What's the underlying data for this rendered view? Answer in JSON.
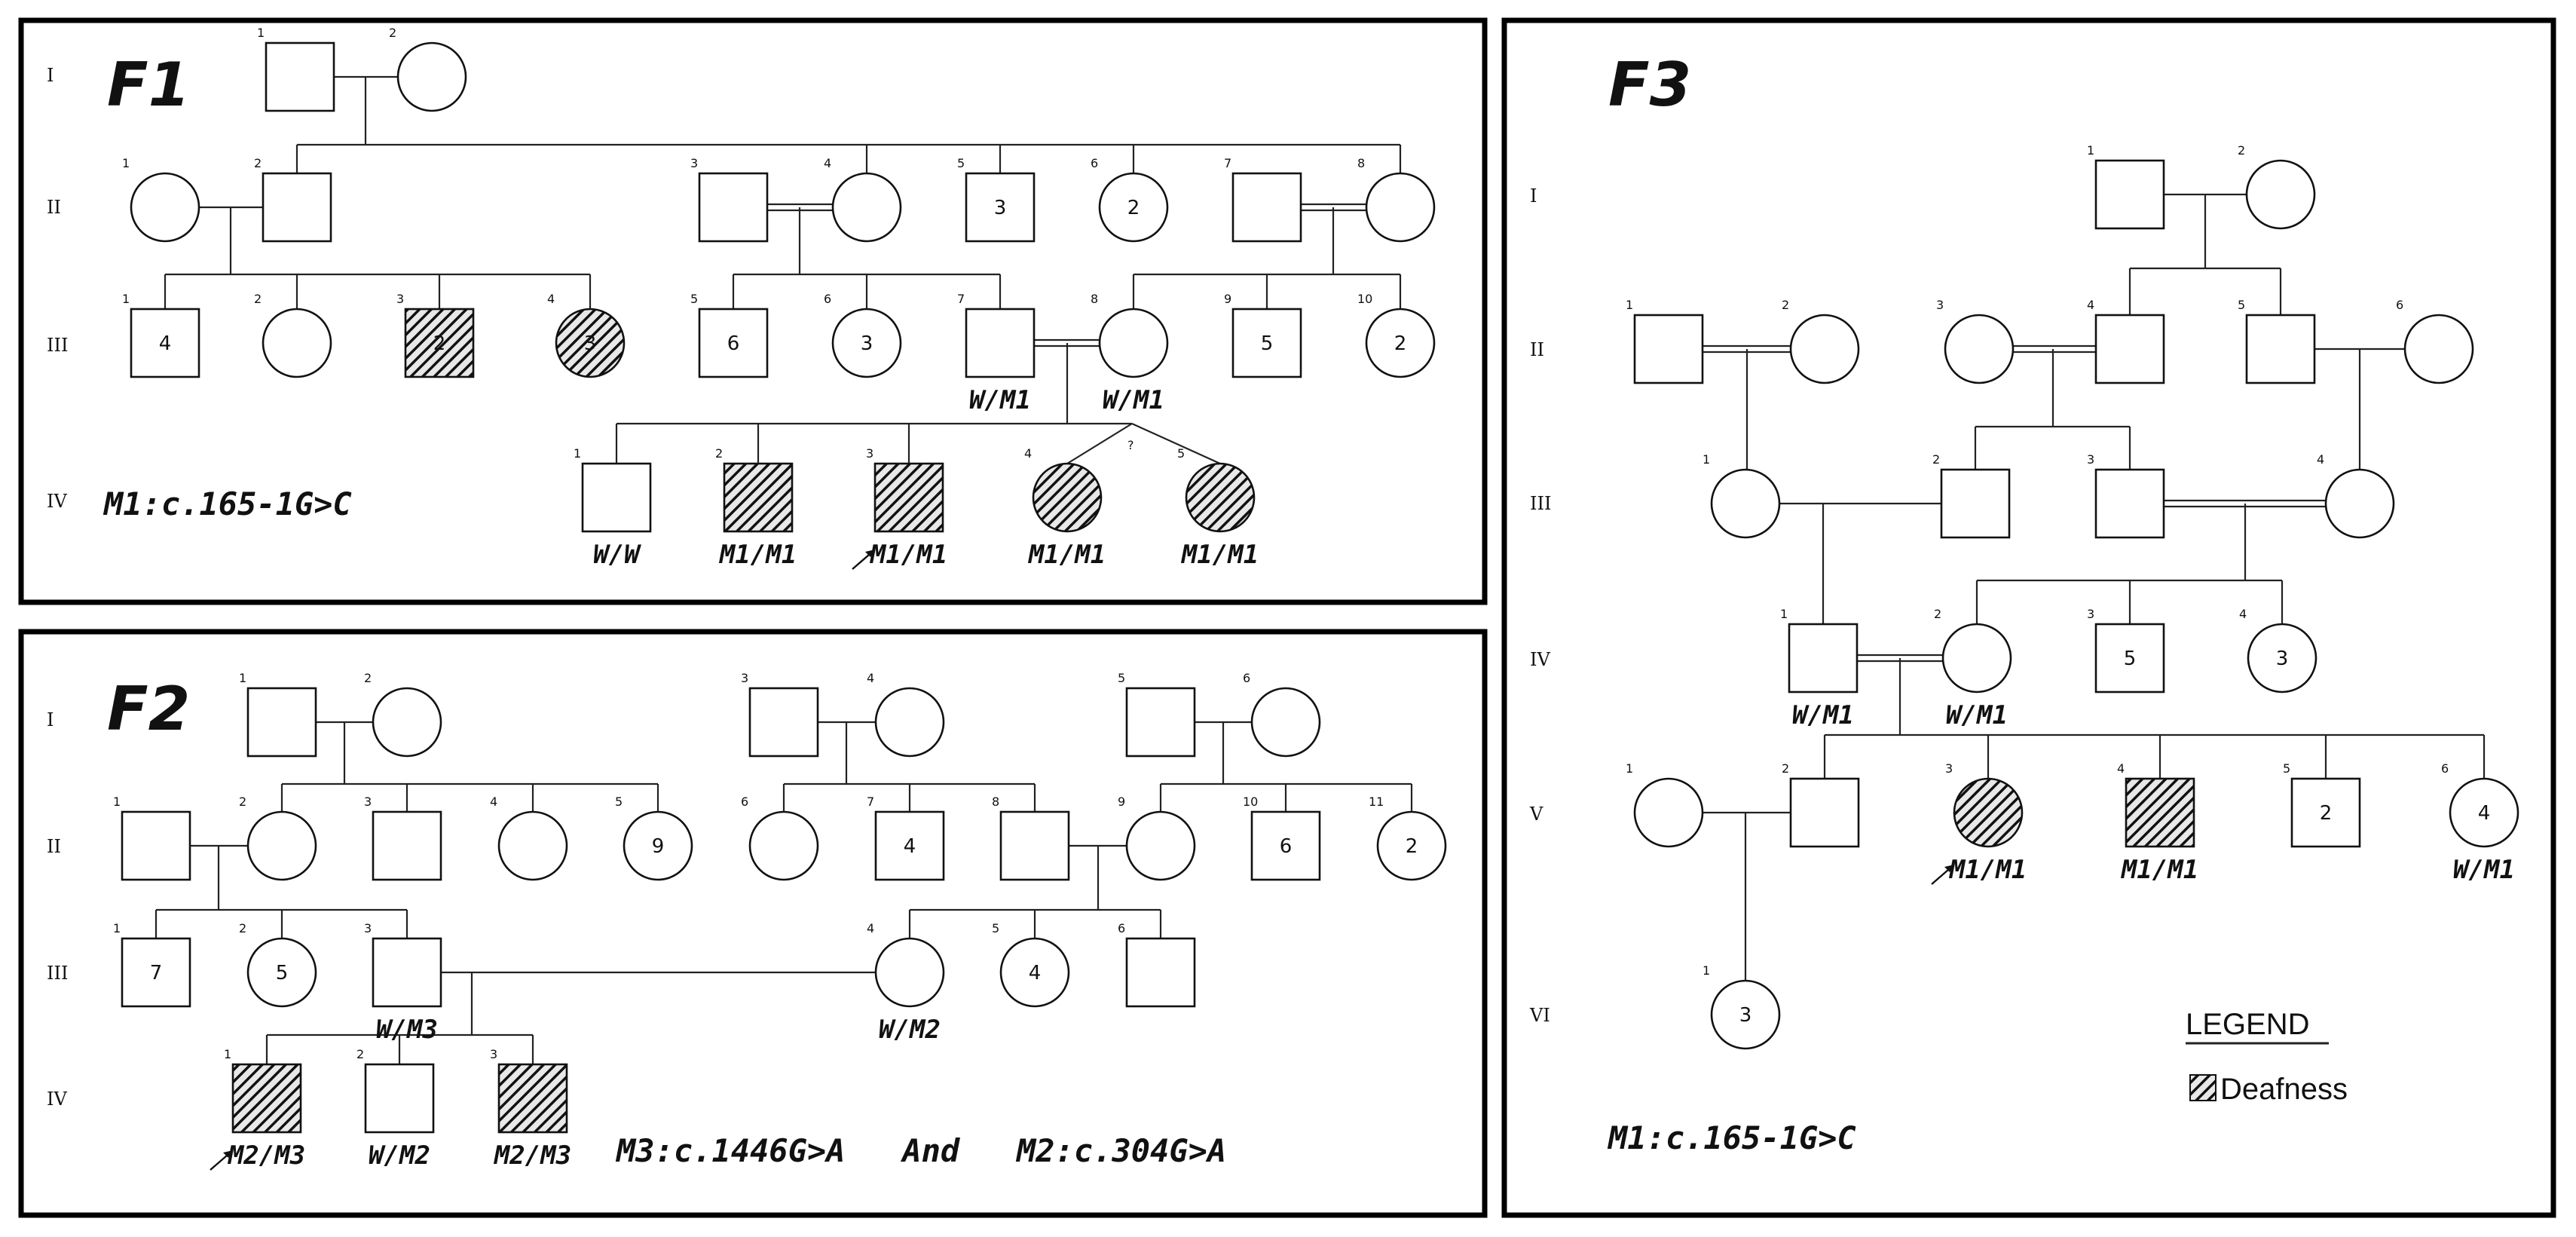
{
  "families": {
    "F1": {
      "label": "F1",
      "generations": [
        "I",
        "II",
        "III",
        "IV"
      ],
      "mutation_note": "M1:c.165-1G>C"
    },
    "F2": {
      "label": "F2",
      "generations": [
        "I",
        "II",
        "III",
        "IV"
      ],
      "mutation_note": "M3:c.1446G>A   And   M2:c.304G>A"
    },
    "F3": {
      "label": "F3",
      "generations": [
        "I",
        "II",
        "III",
        "IV",
        "V",
        "VI"
      ],
      "mutation_note": "M1:c.165-1G>C"
    }
  },
  "legend": {
    "title": "LEGEND",
    "affected_label": "Deafness"
  },
  "twin_mark": "?",
  "individuals": [
    {
      "id": "f1-I-1",
      "fam": "F1",
      "gen": "I",
      "num": "1",
      "sex": "m",
      "aff": false
    },
    {
      "id": "f1-I-2",
      "fam": "F1",
      "gen": "I",
      "num": "2",
      "sex": "f",
      "aff": false
    },
    {
      "id": "f1-II-1",
      "fam": "F1",
      "gen": "II",
      "num": "1",
      "sex": "f",
      "aff": false
    },
    {
      "id": "f1-II-2",
      "fam": "F1",
      "gen": "II",
      "num": "2",
      "sex": "m",
      "aff": false
    },
    {
      "id": "f1-II-3",
      "fam": "F1",
      "gen": "II",
      "num": "3",
      "sex": "m",
      "aff": false
    },
    {
      "id": "f1-II-4",
      "fam": "F1",
      "gen": "II",
      "num": "4",
      "sex": "f",
      "aff": false
    },
    {
      "id": "f1-II-5",
      "fam": "F1",
      "gen": "II",
      "num": "5",
      "sex": "m",
      "aff": false,
      "count": "3"
    },
    {
      "id": "f1-II-6",
      "fam": "F1",
      "gen": "II",
      "num": "6",
      "sex": "f",
      "aff": false,
      "count": "2"
    },
    {
      "id": "f1-II-7",
      "fam": "F1",
      "gen": "II",
      "num": "7",
      "sex": "m",
      "aff": false
    },
    {
      "id": "f1-II-8",
      "fam": "F1",
      "gen": "II",
      "num": "8",
      "sex": "f",
      "aff": false
    },
    {
      "id": "f1-III-1",
      "fam": "F1",
      "gen": "III",
      "num": "1",
      "sex": "m",
      "aff": false,
      "count": "4"
    },
    {
      "id": "f1-III-2",
      "fam": "F1",
      "gen": "III",
      "num": "2",
      "sex": "f",
      "aff": false
    },
    {
      "id": "f1-III-3",
      "fam": "F1",
      "gen": "III",
      "num": "3",
      "sex": "m",
      "aff": true,
      "count": "2"
    },
    {
      "id": "f1-III-4",
      "fam": "F1",
      "gen": "III",
      "num": "4",
      "sex": "f",
      "aff": true,
      "count": "3"
    },
    {
      "id": "f1-III-5",
      "fam": "F1",
      "gen": "III",
      "num": "5",
      "sex": "m",
      "aff": false,
      "count": "6"
    },
    {
      "id": "f1-III-6",
      "fam": "F1",
      "gen": "III",
      "num": "6",
      "sex": "f",
      "aff": false,
      "count": "3"
    },
    {
      "id": "f1-III-7",
      "fam": "F1",
      "gen": "III",
      "num": "7",
      "sex": "m",
      "aff": false,
      "genotype": "W/M1"
    },
    {
      "id": "f1-III-8",
      "fam": "F1",
      "gen": "III",
      "num": "8",
      "sex": "f",
      "aff": false,
      "genotype": "W/M1"
    },
    {
      "id": "f1-III-9",
      "fam": "F1",
      "gen": "III",
      "num": "9",
      "sex": "m",
      "aff": false,
      "count": "5"
    },
    {
      "id": "f1-III-10",
      "fam": "F1",
      "gen": "III",
      "num": "10",
      "sex": "f",
      "aff": false,
      "count": "2"
    },
    {
      "id": "f1-IV-1",
      "fam": "F1",
      "gen": "IV",
      "num": "1",
      "sex": "m",
      "aff": false,
      "genotype": "W/W"
    },
    {
      "id": "f1-IV-2",
      "fam": "F1",
      "gen": "IV",
      "num": "2",
      "sex": "m",
      "aff": true,
      "genotype": "M1/M1"
    },
    {
      "id": "f1-IV-3",
      "fam": "F1",
      "gen": "IV",
      "num": "3",
      "sex": "m",
      "aff": true,
      "genotype": "M1/M1",
      "proband": true
    },
    {
      "id": "f1-IV-4",
      "fam": "F1",
      "gen": "IV",
      "num": "4",
      "sex": "f",
      "aff": true,
      "genotype": "M1/M1"
    },
    {
      "id": "f1-IV-5",
      "fam": "F1",
      "gen": "IV",
      "num": "5",
      "sex": "f",
      "aff": true,
      "genotype": "M1/M1"
    },
    {
      "id": "f2-I-1",
      "fam": "F2",
      "gen": "I",
      "num": "1",
      "sex": "m",
      "aff": false
    },
    {
      "id": "f2-I-2",
      "fam": "F2",
      "gen": "I",
      "num": "2",
      "sex": "f",
      "aff": false
    },
    {
      "id": "f2-I-3",
      "fam": "F2",
      "gen": "I",
      "num": "3",
      "sex": "m",
      "aff": false
    },
    {
      "id": "f2-I-4",
      "fam": "F2",
      "gen": "I",
      "num": "4",
      "sex": "f",
      "aff": false
    },
    {
      "id": "f2-I-5",
      "fam": "F2",
      "gen": "I",
      "num": "5",
      "sex": "m",
      "aff": false
    },
    {
      "id": "f2-I-6",
      "fam": "F2",
      "gen": "I",
      "num": "6",
      "sex": "f",
      "aff": false
    },
    {
      "id": "f2-II-1",
      "fam": "F2",
      "gen": "II",
      "num": "1",
      "sex": "m",
      "aff": false
    },
    {
      "id": "f2-II-2",
      "fam": "F2",
      "gen": "II",
      "num": "2",
      "sex": "f",
      "aff": false
    },
    {
      "id": "f2-II-3",
      "fam": "F2",
      "gen": "II",
      "num": "3",
      "sex": "m",
      "aff": false
    },
    {
      "id": "f2-II-4",
      "fam": "F2",
      "gen": "II",
      "num": "4",
      "sex": "f",
      "aff": false
    },
    {
      "id": "f2-II-5",
      "fam": "F2",
      "gen": "II",
      "num": "5",
      "sex": "f",
      "aff": false,
      "count": "9"
    },
    {
      "id": "f2-II-6",
      "fam": "F2",
      "gen": "II",
      "num": "6",
      "sex": "f",
      "aff": false
    },
    {
      "id": "f2-II-7",
      "fam": "F2",
      "gen": "II",
      "num": "7",
      "sex": "m",
      "aff": false,
      "count": "4"
    },
    {
      "id": "f2-II-8",
      "fam": "F2",
      "gen": "II",
      "num": "8",
      "sex": "m",
      "aff": false
    },
    {
      "id": "f2-II-9",
      "fam": "F2",
      "gen": "II",
      "num": "9",
      "sex": "f",
      "aff": false
    },
    {
      "id": "f2-II-10",
      "fam": "F2",
      "gen": "II",
      "num": "10",
      "sex": "m",
      "aff": false,
      "count": "6"
    },
    {
      "id": "f2-II-11",
      "fam": "F2",
      "gen": "II",
      "num": "11",
      "sex": "f",
      "aff": false,
      "count": "2"
    },
    {
      "id": "f2-III-1",
      "fam": "F2",
      "gen": "III",
      "num": "1",
      "sex": "m",
      "aff": false,
      "count": "7"
    },
    {
      "id": "f2-III-2",
      "fam": "F2",
      "gen": "III",
      "num": "2",
      "sex": "f",
      "aff": false,
      "count": "5"
    },
    {
      "id": "f2-III-3",
      "fam": "F2",
      "gen": "III",
      "num": "3",
      "sex": "m",
      "aff": false,
      "genotype": "W/M3"
    },
    {
      "id": "f2-III-4",
      "fam": "F2",
      "gen": "III",
      "num": "4",
      "sex": "f",
      "aff": false,
      "genotype": "W/M2"
    },
    {
      "id": "f2-III-5",
      "fam": "F2",
      "gen": "III",
      "num": "5",
      "sex": "f",
      "aff": false,
      "count": "4"
    },
    {
      "id": "f2-III-6",
      "fam": "F2",
      "gen": "III",
      "num": "6",
      "sex": "m",
      "aff": false
    },
    {
      "id": "f2-IV-1",
      "fam": "F2",
      "gen": "IV",
      "num": "1",
      "sex": "m",
      "aff": true,
      "genotype": "M2/M3",
      "proband": true
    },
    {
      "id": "f2-IV-2",
      "fam": "F2",
      "gen": "IV",
      "num": "2",
      "sex": "m",
      "aff": false,
      "genotype": "W/M2"
    },
    {
      "id": "f2-IV-3",
      "fam": "F2",
      "gen": "IV",
      "num": "3",
      "sex": "m",
      "aff": true,
      "genotype": "M2/M3"
    },
    {
      "id": "f3-I-1",
      "fam": "F3",
      "gen": "I",
      "num": "1",
      "sex": "m",
      "aff": false
    },
    {
      "id": "f3-I-2",
      "fam": "F3",
      "gen": "I",
      "num": "2",
      "sex": "f",
      "aff": false
    },
    {
      "id": "f3-II-1",
      "fam": "F3",
      "gen": "II",
      "num": "1",
      "sex": "m",
      "aff": false
    },
    {
      "id": "f3-II-2",
      "fam": "F3",
      "gen": "II",
      "num": "2",
      "sex": "f",
      "aff": false
    },
    {
      "id": "f3-II-3",
      "fam": "F3",
      "gen": "II",
      "num": "3",
      "sex": "f",
      "aff": false
    },
    {
      "id": "f3-II-4",
      "fam": "F3",
      "gen": "II",
      "num": "4",
      "sex": "m",
      "aff": false
    },
    {
      "id": "f3-II-5",
      "fam": "F3",
      "gen": "II",
      "num": "5",
      "sex": "m",
      "aff": false
    },
    {
      "id": "f3-II-6",
      "fam": "F3",
      "gen": "II",
      "num": "6",
      "sex": "f",
      "aff": false
    },
    {
      "id": "f3-III-1",
      "fam": "F3",
      "gen": "III",
      "num": "1",
      "sex": "f",
      "aff": false
    },
    {
      "id": "f3-III-2",
      "fam": "F3",
      "gen": "III",
      "num": "2",
      "sex": "m",
      "aff": false
    },
    {
      "id": "f3-III-3",
      "fam": "F3",
      "gen": "III",
      "num": "3",
      "sex": "m",
      "aff": false
    },
    {
      "id": "f3-III-4",
      "fam": "F3",
      "gen": "III",
      "num": "4",
      "sex": "f",
      "aff": false
    },
    {
      "id": "f3-IV-1",
      "fam": "F3",
      "gen": "IV",
      "num": "1",
      "sex": "m",
      "aff": false,
      "genotype": "W/M1"
    },
    {
      "id": "f3-IV-2",
      "fam": "F3",
      "gen": "IV",
      "num": "2",
      "sex": "f",
      "aff": false,
      "genotype": "W/M1"
    },
    {
      "id": "f3-IV-3",
      "fam": "F3",
      "gen": "IV",
      "num": "3",
      "sex": "m",
      "aff": false,
      "count": "5"
    },
    {
      "id": "f3-IV-4",
      "fam": "F3",
      "gen": "IV",
      "num": "4",
      "sex": "f",
      "aff": false,
      "count": "3"
    },
    {
      "id": "f3-V-1",
      "fam": "F3",
      "gen": "V",
      "num": "1",
      "sex": "f",
      "aff": false
    },
    {
      "id": "f3-V-2",
      "fam": "F3",
      "gen": "V",
      "num": "2",
      "sex": "m",
      "aff": false
    },
    {
      "id": "f3-V-3",
      "fam": "F3",
      "gen": "V",
      "num": "3",
      "sex": "f",
      "aff": true,
      "genotype": "M1/M1",
      "proband": true
    },
    {
      "id": "f3-V-4",
      "fam": "F3",
      "gen": "V",
      "num": "4",
      "sex": "m",
      "aff": true,
      "genotype": "M1/M1"
    },
    {
      "id": "f3-V-5",
      "fam": "F3",
      "gen": "V",
      "num": "5",
      "sex": "m",
      "aff": false,
      "count": "2"
    },
    {
      "id": "f3-V-6",
      "fam": "F3",
      "gen": "V",
      "num": "6",
      "sex": "f",
      "aff": false,
      "count": "4",
      "genotype": "W/M1"
    },
    {
      "id": "f3-VI-1",
      "fam": "F3",
      "gen": "VI",
      "num": "1",
      "sex": "f",
      "aff": false,
      "count": "3"
    }
  ],
  "marriages": [
    {
      "a": "f1-I-1",
      "b": "f1-I-2",
      "consang": false
    },
    {
      "a": "f1-II-1",
      "b": "f1-II-2",
      "consang": false
    },
    {
      "a": "f1-II-3",
      "b": "f1-II-4",
      "consang": true
    },
    {
      "a": "f1-II-7",
      "b": "f1-II-8",
      "consang": true
    },
    {
      "a": "f1-III-7",
      "b": "f1-III-8",
      "consang": true
    },
    {
      "a": "f2-I-1",
      "b": "f2-I-2",
      "consang": false
    },
    {
      "a": "f2-I-3",
      "b": "f2-I-4",
      "consang": false
    },
    {
      "a": "f2-I-5",
      "b": "f2-I-6",
      "consang": false
    },
    {
      "a": "f2-II-1",
      "b": "f2-II-2",
      "consang": false
    },
    {
      "a": "f2-II-8",
      "b": "f2-II-9",
      "consang": false
    },
    {
      "a": "f2-III-3",
      "b": "f2-III-4",
      "consang": false
    },
    {
      "a": "f3-I-1",
      "b": "f3-I-2",
      "consang": false
    },
    {
      "a": "f3-II-1",
      "b": "f3-II-2",
      "consang": true
    },
    {
      "a": "f3-II-3",
      "b": "f3-II-4",
      "consang": true
    },
    {
      "a": "f3-II-5",
      "b": "f3-II-6",
      "consang": false
    },
    {
      "a": "f3-III-1",
      "b": "f3-III-2",
      "consang": false
    },
    {
      "a": "f3-III-3",
      "b": "f3-III-4",
      "consang": true
    },
    {
      "a": "f3-IV-1",
      "b": "f3-IV-2",
      "consang": true
    },
    {
      "a": "f3-V-1",
      "b": "f3-V-2",
      "consang": false
    }
  ]
}
